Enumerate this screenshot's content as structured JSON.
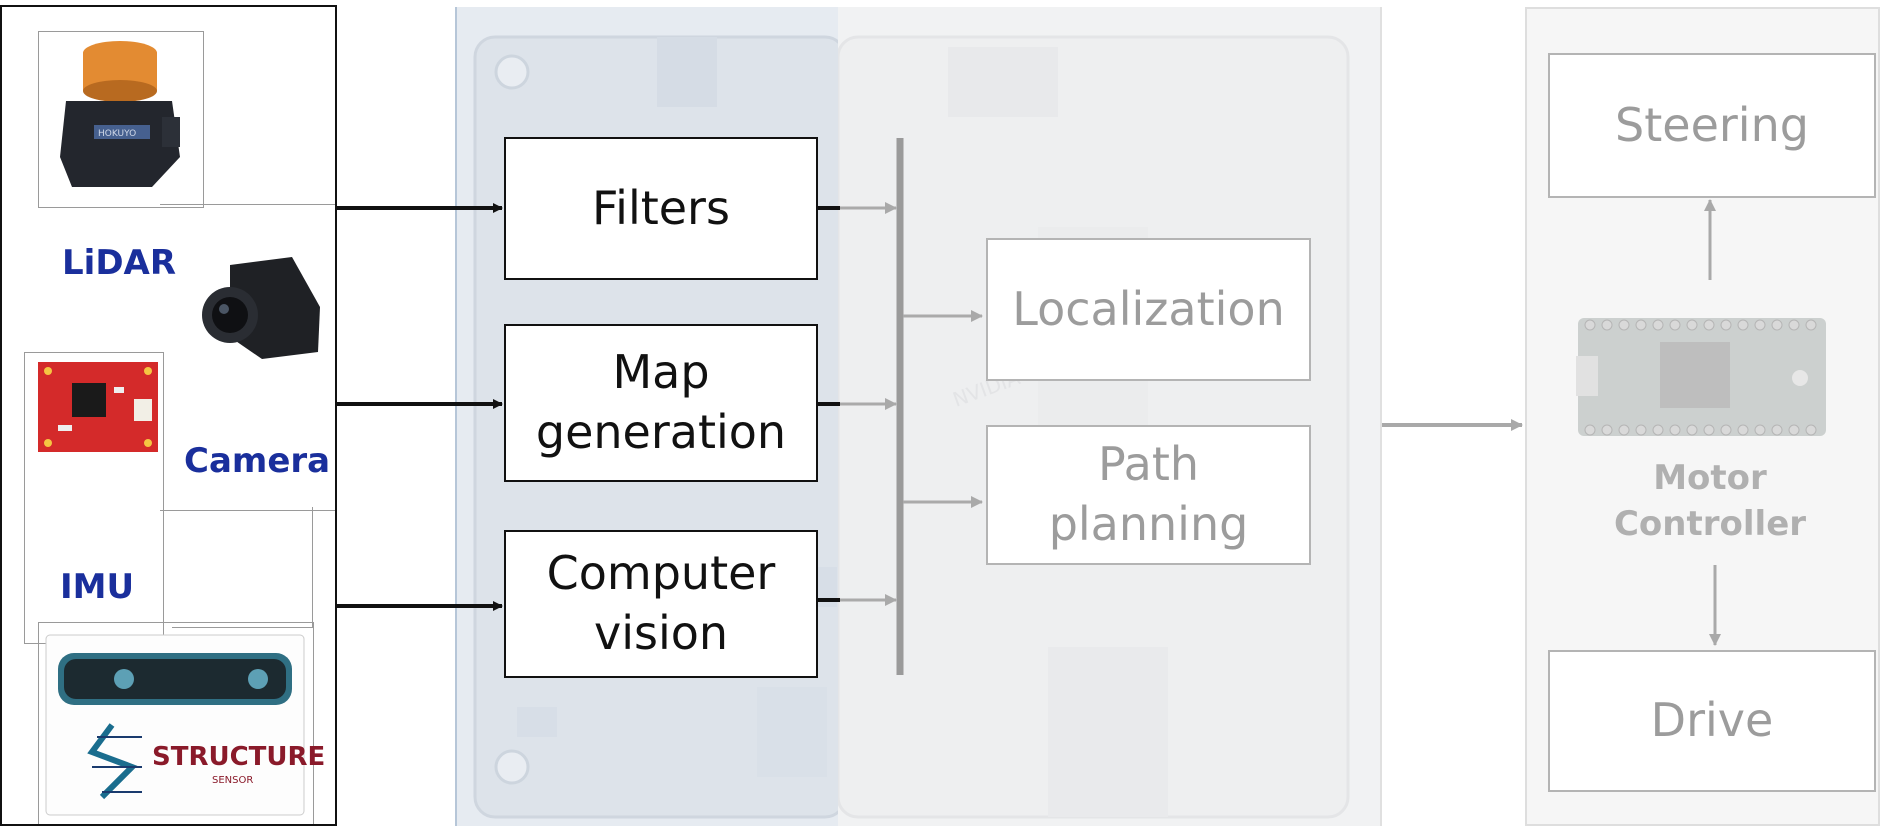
{
  "sensors": {
    "lidar_label": "LiDAR",
    "camera_label": "Camera",
    "imu_label": "IMU",
    "structure_sensor_brand": "STRUCTURE",
    "structure_sensor_sub": "SENSOR",
    "hokuyo_brand": "HOKUYO"
  },
  "processing": {
    "filters": "Filters",
    "map_generation_line1": "Map",
    "map_generation_line2": "generation",
    "computer_vision_line1": "Computer",
    "computer_vision_line2": "vision"
  },
  "planning": {
    "localization": "Localization",
    "path_planning_line1": "Path",
    "path_planning_line2": "planning",
    "board_brand": "NVIDIA"
  },
  "control": {
    "steering": "Steering",
    "motor_controller_line1": "Motor",
    "motor_controller_line2": "Controller",
    "drive": "Drive"
  },
  "colors": {
    "sensor_label": "#1a2f9c",
    "dark_stroke": "#111111",
    "faded_stroke": "#9c9c9c",
    "board_left": "#e6ebf1",
    "board_right": "#f1f2f3"
  }
}
